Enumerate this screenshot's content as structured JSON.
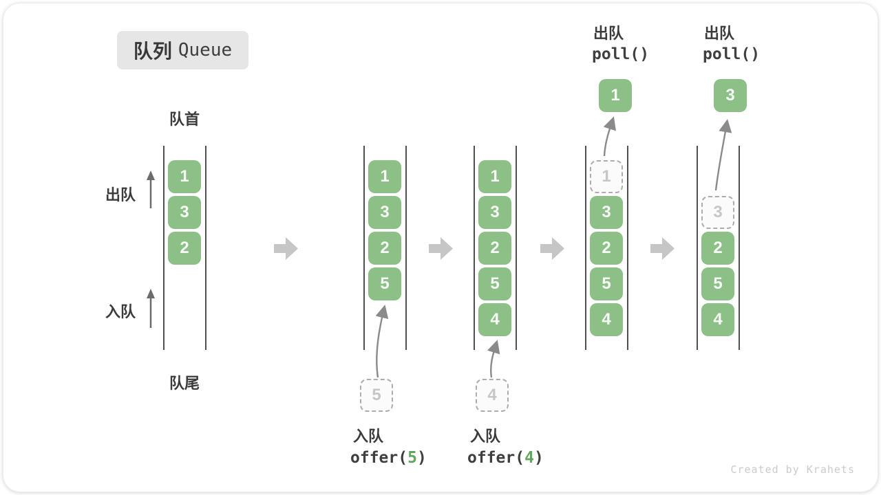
{
  "title": {
    "zh": "队列",
    "en": "Queue"
  },
  "labels": {
    "front": "队首",
    "rear": "队尾",
    "dequeue": "出队",
    "enqueue": "入队"
  },
  "queues": [
    {
      "boxes": [
        "1",
        "3",
        "2"
      ]
    },
    {
      "boxes": [
        "1",
        "3",
        "2",
        "5"
      ],
      "staged": "5"
    },
    {
      "boxes": [
        "1",
        "3",
        "2",
        "5",
        "4"
      ],
      "staged": "4"
    },
    {
      "dashed": "1",
      "boxes": [
        "3",
        "2",
        "5",
        "4"
      ],
      "result": "1"
    },
    {
      "dashed": "3",
      "boxes": [
        "2",
        "5",
        "4"
      ],
      "result": "3"
    }
  ],
  "operations": {
    "enqueue5": {
      "label": "入队",
      "code_open": "offer(",
      "arg": "5",
      "code_close": ")"
    },
    "enqueue4": {
      "label": "入队",
      "code_open": "offer(",
      "arg": "4",
      "code_close": ")"
    },
    "poll1": {
      "label": "出队",
      "code": "poll()"
    },
    "poll2": {
      "label": "出队",
      "code": "poll()"
    }
  },
  "watermark": "Created by Krahets",
  "colors": {
    "cell_green": "#8CC086",
    "cell_text": "#F7FAF7",
    "code_arg_green": "#63A55F",
    "block_arrow_grey": "#C6C6C6",
    "curved_arrow_grey": "#8A8A8A",
    "dashed_border_grey": "#ACACAC",
    "wall_grey": "#4E4E4E",
    "badge_grey": "#E6E6E6"
  }
}
